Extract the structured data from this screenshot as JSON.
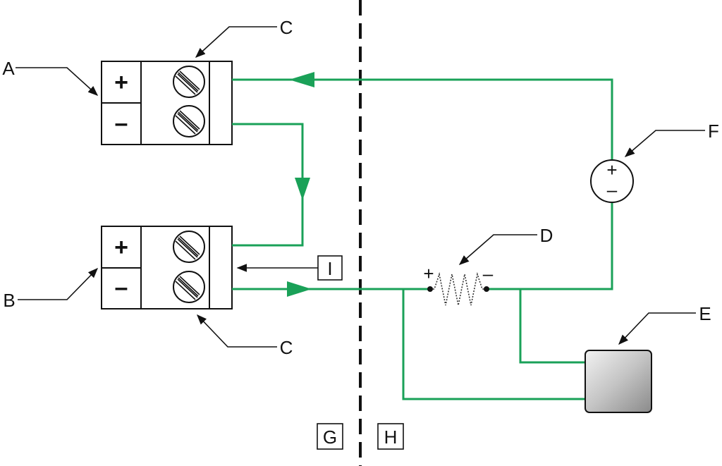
{
  "labels": {
    "a": "A",
    "b": "B",
    "c_top": "C",
    "c_bottom": "C",
    "d": "D",
    "e": "E",
    "f": "F",
    "g": "G",
    "h": "H",
    "i": "I"
  },
  "terminal_symbols": {
    "plus": "+",
    "minus": "–"
  },
  "source_symbols": {
    "plus": "+",
    "minus": "–"
  },
  "resistor_symbols": {
    "plus": "+",
    "minus": "–"
  },
  "colors": {
    "wire": "#1aa158",
    "outline": "#111111",
    "device_fill_light": "#f2f2f2",
    "device_fill_dark": "#8a8a8a"
  },
  "icons": {
    "screw": "screw-terminal-icon",
    "arrow": "flow-arrow-icon",
    "source": "voltage-source-icon",
    "resistor": "resistor-icon",
    "device": "device-box-icon"
  }
}
